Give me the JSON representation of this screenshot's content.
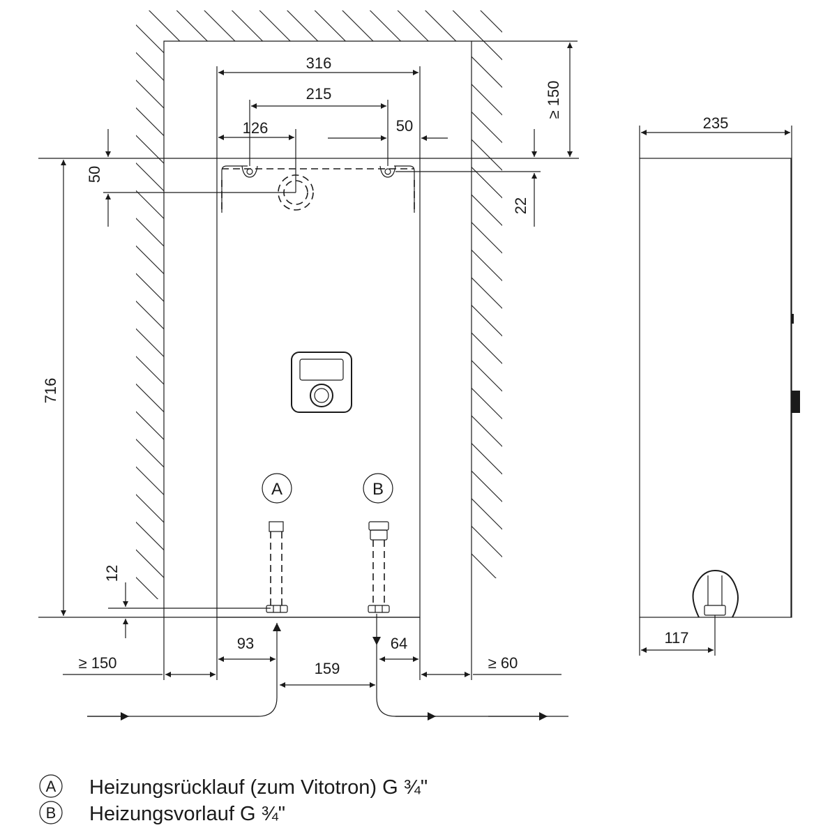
{
  "drawing": {
    "colors": {
      "line": "#1a1a1a",
      "background": "#ffffff"
    },
    "dimensions": {
      "overall_width": "316",
      "hole_spacing": "215",
      "left_to_pipe": "126",
      "right_offset": "50",
      "top_clearance": "≥ 150",
      "top_to_holes": "50",
      "hole_depth": "22",
      "height": "716",
      "bottom_offset": "12",
      "left_clearance": "≥ 150",
      "pipe_a_offset": "93",
      "pipe_spacing": "159",
      "pipe_b_offset": "64",
      "right_clearance": "≥ 60",
      "side_depth": "235",
      "side_pipe_offset": "117"
    },
    "callouts": {
      "a": "A",
      "b": "B"
    }
  },
  "legend": [
    {
      "key": "A",
      "text": "Heizungsrücklauf (zum Vitotron) G ¾\""
    },
    {
      "key": "B",
      "text": "Heizungsvorlauf G ¾\""
    }
  ]
}
